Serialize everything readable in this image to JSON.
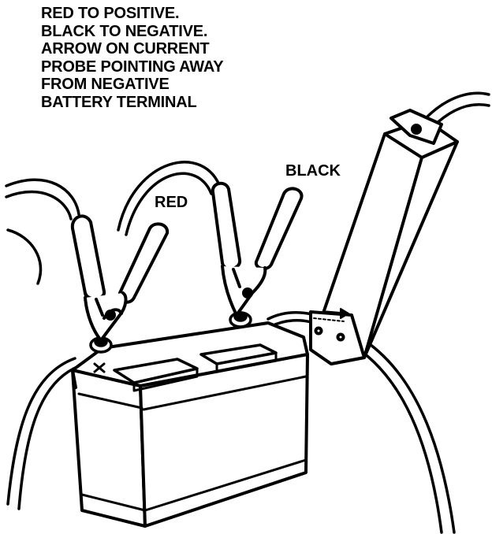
{
  "instructions": [
    "RED TO POSITIVE.",
    "BLACK TO NEGATIVE.",
    "ARROW ON CURRENT",
    "PROBE POINTING AWAY",
    "FROM NEGATIVE",
    "BATTERY TERMINAL"
  ],
  "labels": {
    "red": "RED",
    "black": "BLACK"
  },
  "colors": {
    "ink": "#000000",
    "paper": "#ffffff"
  }
}
